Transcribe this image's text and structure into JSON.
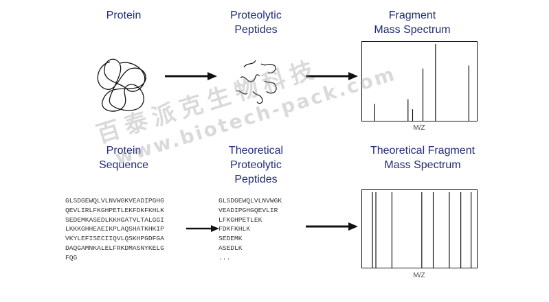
{
  "top": {
    "protein_label": "Protein",
    "peptides_label": "Proteolytic\nPeptides",
    "spectrum_label": "Fragment\nMass Spectrum",
    "spectrum_xlabel": "M/Z",
    "spectrum_peaks": [
      {
        "x": 0.11,
        "h": 0.22
      },
      {
        "x": 0.4,
        "h": 0.28
      },
      {
        "x": 0.44,
        "h": 0.15
      },
      {
        "x": 0.53,
        "h": 0.68
      },
      {
        "x": 0.64,
        "h": 1.0
      },
      {
        "x": 0.93,
        "h": 0.72
      }
    ]
  },
  "bottom": {
    "sequence_label": "Protein\nSequence",
    "theoretical_peptides_label": "Theoretical\nProteolytic\nPeptides",
    "theoretical_spectrum_label": "Theoretical Fragment\nMass Spectrum",
    "spectrum_xlabel": "M/Z",
    "protein_sequence": [
      "GLSDGEWQLVLNVWGKVEADIPGHG",
      "QEVLIRLFKGHPETLEKFDKFKHLK",
      "SEDEMKASEDLKKHGATVLTALGGI",
      "LKKKGHHEAEIKPLAQSHATKHKIP",
      "VKYLEFISECIIQVLQSKHPGDFGA",
      "DAQGAMNKALELFRKDMASNYKELG",
      "FQG"
    ],
    "peptides": [
      "GLSDGEWQLVLNVWGK",
      "VEADIPGHGQEVLIR",
      "LFKGHPETLEK",
      "FDKFKHLK",
      "SEDEMK",
      "ASEDLK",
      "..."
    ],
    "theoretical_peaks": [
      0.09,
      0.12,
      0.26,
      0.52,
      0.62,
      0.76,
      0.86,
      0.95
    ]
  },
  "watermark": {
    "chinese": "百泰派克生物科技",
    "url": "www.biotech-pack.com"
  }
}
